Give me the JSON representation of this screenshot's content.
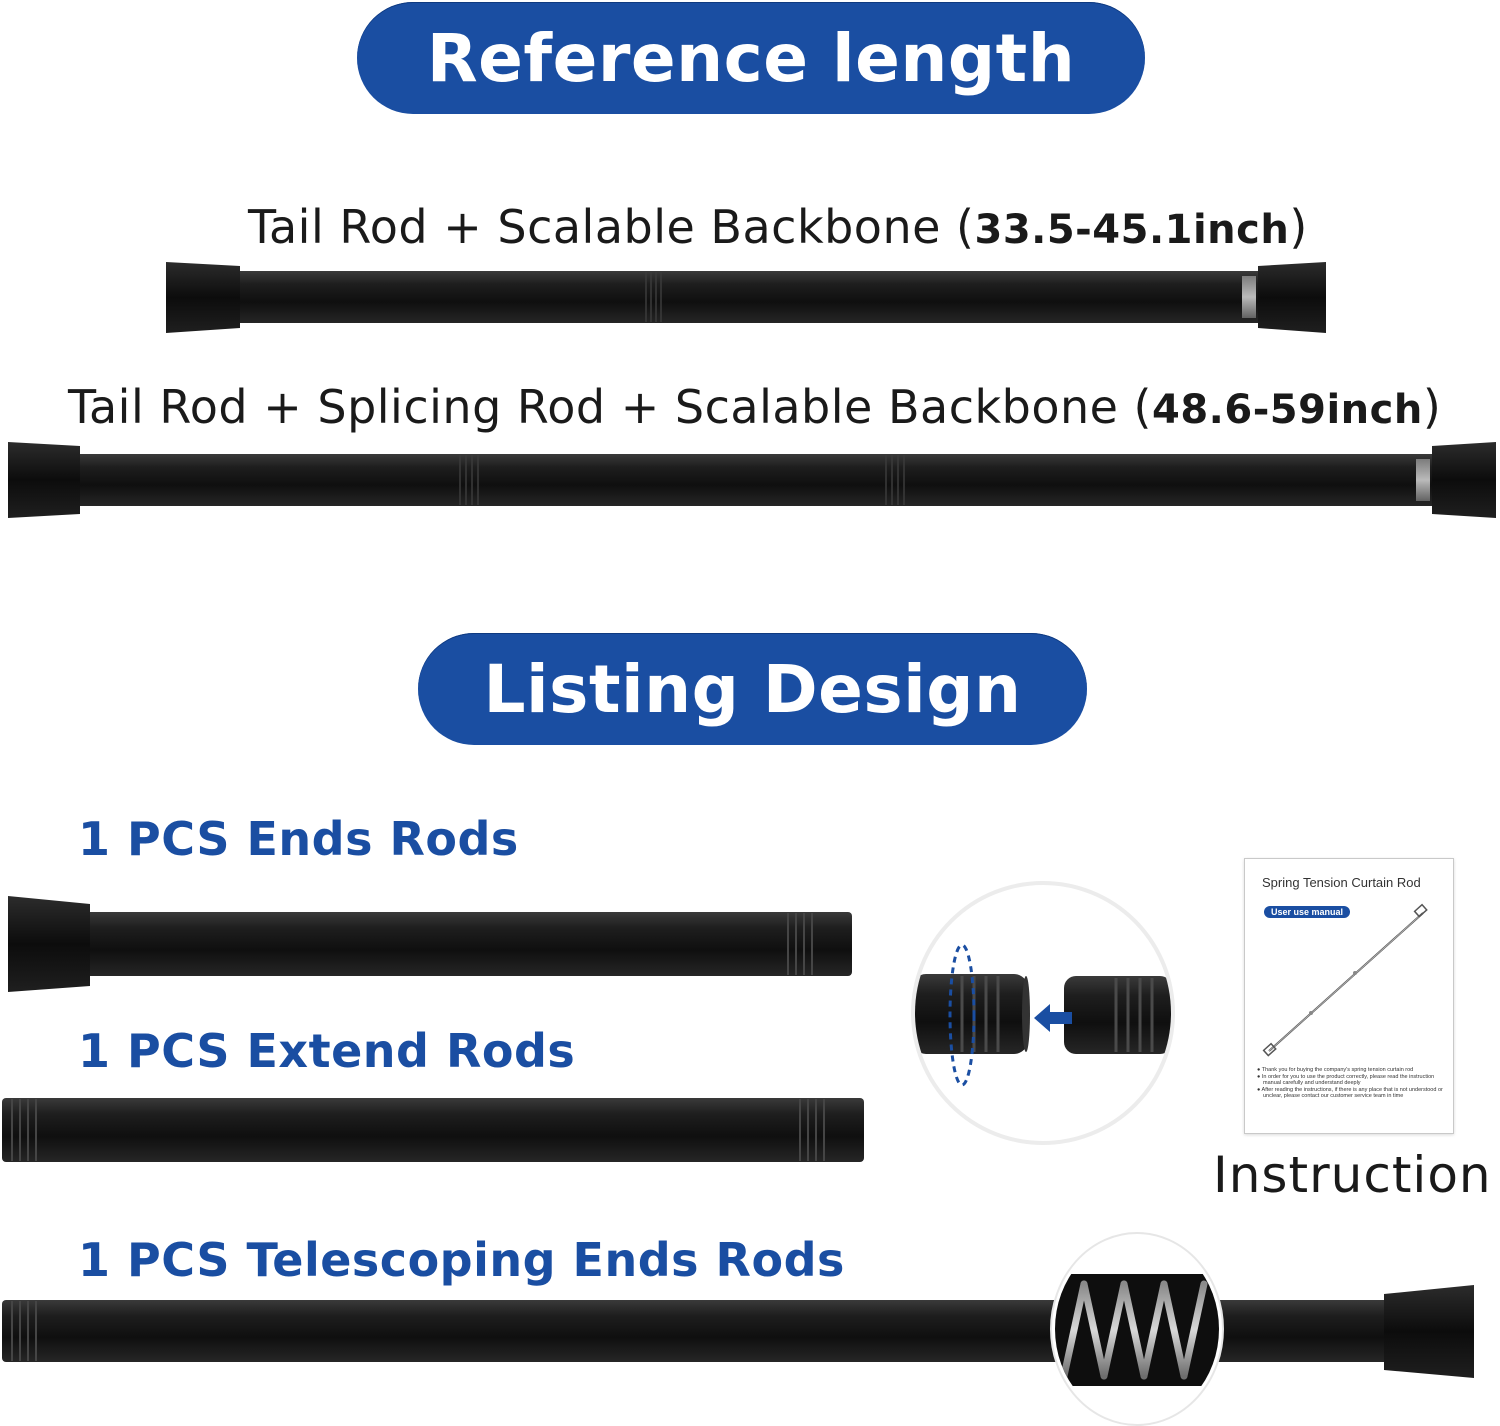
{
  "headers": {
    "reference": "Reference length",
    "listing": "Listing Design"
  },
  "captions": {
    "short_prefix": "Tail Rod + Scalable Backbone",
    "short_length": "33.5-45.1inch",
    "long_prefix": "Tail Rod + Splicing Rod + Scalable Backbone",
    "long_length": "48.6-59inch"
  },
  "parts": {
    "ends": "1 PCS Ends Rods",
    "extend": "1 PCS Extend Rods",
    "telescoping": "1 PCS Telescoping Ends Rods"
  },
  "instruction": {
    "label": "Instruction",
    "manual_title": "Spring Tension Curtain Rod",
    "manual_badge": "User use manual",
    "notes": [
      "Thank you for buying the company's spring tension curtain rod",
      "In order for you to use the product correctly, please read the instruction manual carefully and understand deeply",
      "After reading the instructions, if there is any place that is not understood or unclear, please contact our customer service team in time"
    ]
  },
  "colors": {
    "accent": "#1a4ea2",
    "rod": "#151515"
  },
  "icons": {
    "connection_arrow": "arrow-left-icon",
    "rotation": "rotate-ellipse-icon"
  }
}
